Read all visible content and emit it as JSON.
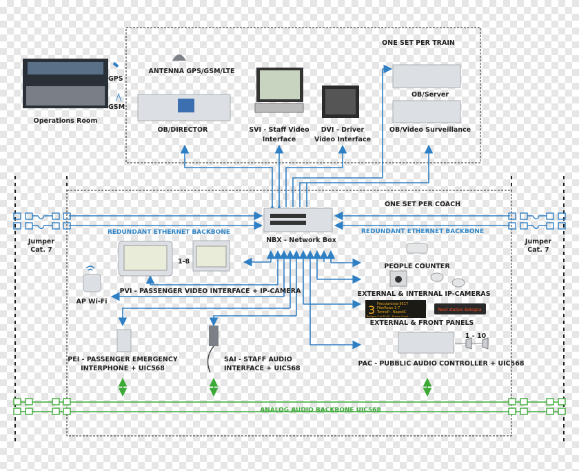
{
  "colors": {
    "ethernet": "#2f7fc4",
    "analog": "#3aaa35",
    "text": "#1e1e1e"
  },
  "train": {
    "heading": "ONE SET PER TRAIN",
    "operations_room": "Operations Room",
    "gps": "GPS",
    "gsm": "GSM",
    "antenna": "ANTENNA GPS/GSM/LTE",
    "ob_director": "OB/DIRECTOR",
    "svi_line1": "SVI - Staff Video",
    "svi_line2": "Interface",
    "dvi_line1": "DVI - Driver",
    "dvi_line2": "Video Interface",
    "ob_server": "OB/Server",
    "ob_video": "OB/Video Surveillance"
  },
  "coach": {
    "heading": "ONE SET PER COACH",
    "nbx": "NBX - Network Box",
    "backbone_left": "REDUNDANT ETHERNET BACKBONE",
    "backbone_right": "REDUNDANT ETHERNET BACKBONE",
    "jumper_left_1": "Jumper",
    "jumper_left_2": "Cat. 7",
    "jumper_right_1": "Jumper",
    "jumper_right_2": "Cat. 7",
    "pvi_count": "1-8",
    "pvi": "PVI - PASSENGER VIDEO INTERFACE + IP-CAMERA",
    "ap_wifi": "AP Wi-Fi",
    "pei_line1": "PEI - PASSENGER EMERGENCY",
    "pei_line2": "INTERPHONE + UIC568",
    "sai_line1": "SAI - STAFF AUDIO",
    "sai_line2": "INTERFACE + UIC568",
    "people_counter": "PEOPLE COUNTER",
    "cameras": "EXTERNAL & INTERNAL IP-CAMERAS",
    "panels": "EXTERNAL & FRONT PANELS",
    "panel_text": {
      "l1": "Frecciarossa  9517",
      "l2": "FilerRows 1-7",
      "l3": "TorinoP - NapoliC",
      "l4": "Bologna C.le 09:05 - Firenze SmnA",
      "big": "3",
      "red": "Next station Bologna"
    },
    "speaker_count": "1 - 10",
    "pac": "PAC - PUBBLIC AUDIO CONTROLLER + UIC568",
    "analog_backbone": "ANALOG AUDIO BACKBONE UIC568"
  }
}
